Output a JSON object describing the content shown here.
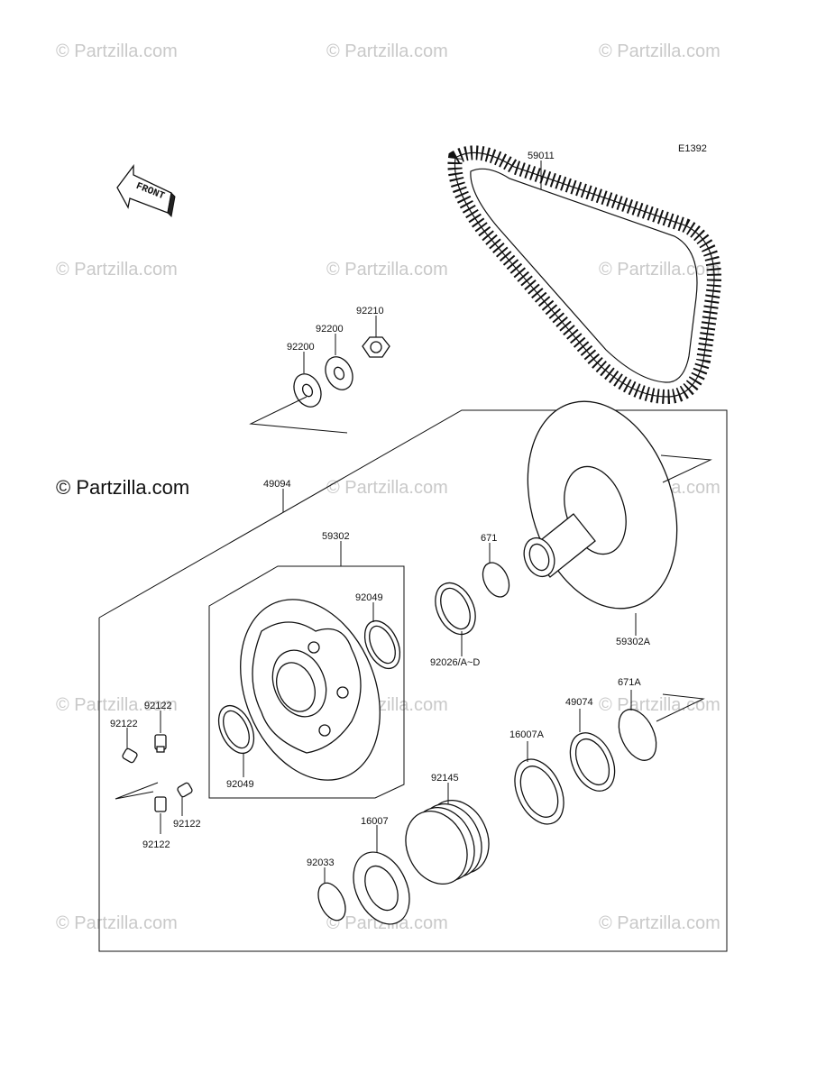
{
  "watermark": "© Partzilla.com",
  "copyright": "© Partzilla.com",
  "diagram_code": "E1392",
  "front_label": "FRONT",
  "parts": {
    "belt": "59011",
    "nut": "92210",
    "washer_a": "92200",
    "washer_b": "92200",
    "assy": "49094",
    "driven_face": "59302",
    "seal_top": "92049",
    "seal_bottom": "92049",
    "oring": "671",
    "shim": "92026/A~D",
    "fixed_face": "59302A",
    "oring_b": "671A",
    "washer_c": "49074",
    "cam": "16007A",
    "spring": "92145",
    "cam_b": "16007",
    "circlip": "92033",
    "roller_1": "92122",
    "roller_2": "92122",
    "roller_3": "92122",
    "roller_4": "92122"
  }
}
